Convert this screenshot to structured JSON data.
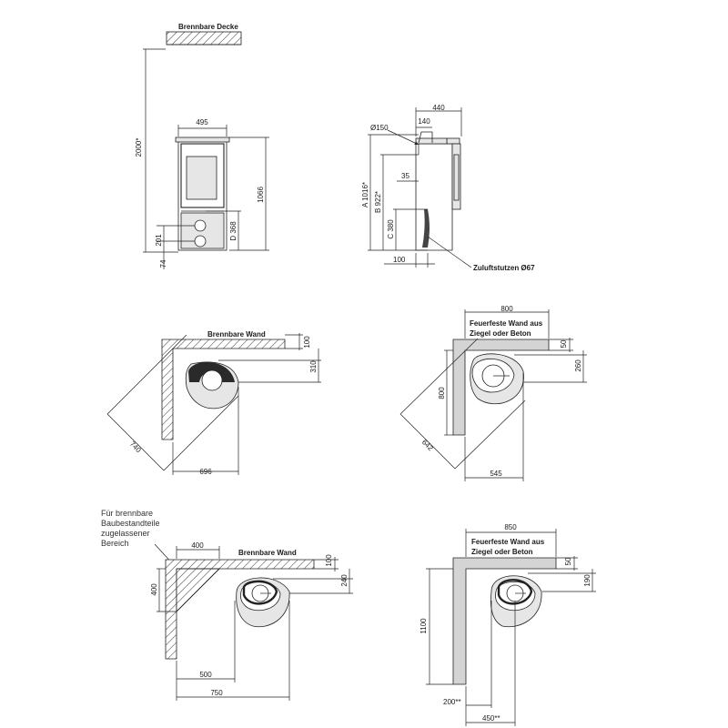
{
  "diagram": {
    "labels": {
      "ceiling": "Brennbare Decke",
      "wall_combustible": "Brennbare Wand",
      "wall_fireproof_line1": "Feuerfeste Wand aus",
      "wall_fireproof_line2": "Ziegel oder Beton",
      "combustible_line1": "Für brennbare",
      "combustible_line2": "Baubestandteile",
      "combustible_line3": "zugelassener",
      "combustible_line4": "Bereich",
      "air_inlet": "Zuluftstutzen Ø67"
    },
    "front_view": {
      "width": "495",
      "height": "1066",
      "ceiling_dist": "2000*",
      "d": "D 368",
      "lower1": "201",
      "lower2": "74"
    },
    "side_view": {
      "depth": "440",
      "top_offset": "140",
      "flue": "Ø150",
      "a": "A 1016*",
      "b": "B 922*",
      "c": "C 380",
      "d35": "35",
      "d100": "100"
    },
    "corner_a": {
      "d100": "100",
      "d310": "310",
      "d740": "740",
      "d696": "696"
    },
    "corner_b": {
      "d800top": "800",
      "d50": "50",
      "d260": "260",
      "d800": "800",
      "d642": "642",
      "d545": "545"
    },
    "corner_c": {
      "d400top": "400",
      "d400": "400",
      "d100": "100",
      "d240": "240",
      "d500": "500",
      "d750": "750"
    },
    "corner_d": {
      "d850": "850",
      "d50": "50",
      "d190": "190",
      "d1100": "1100",
      "d200": "200**",
      "d450": "450**"
    }
  }
}
